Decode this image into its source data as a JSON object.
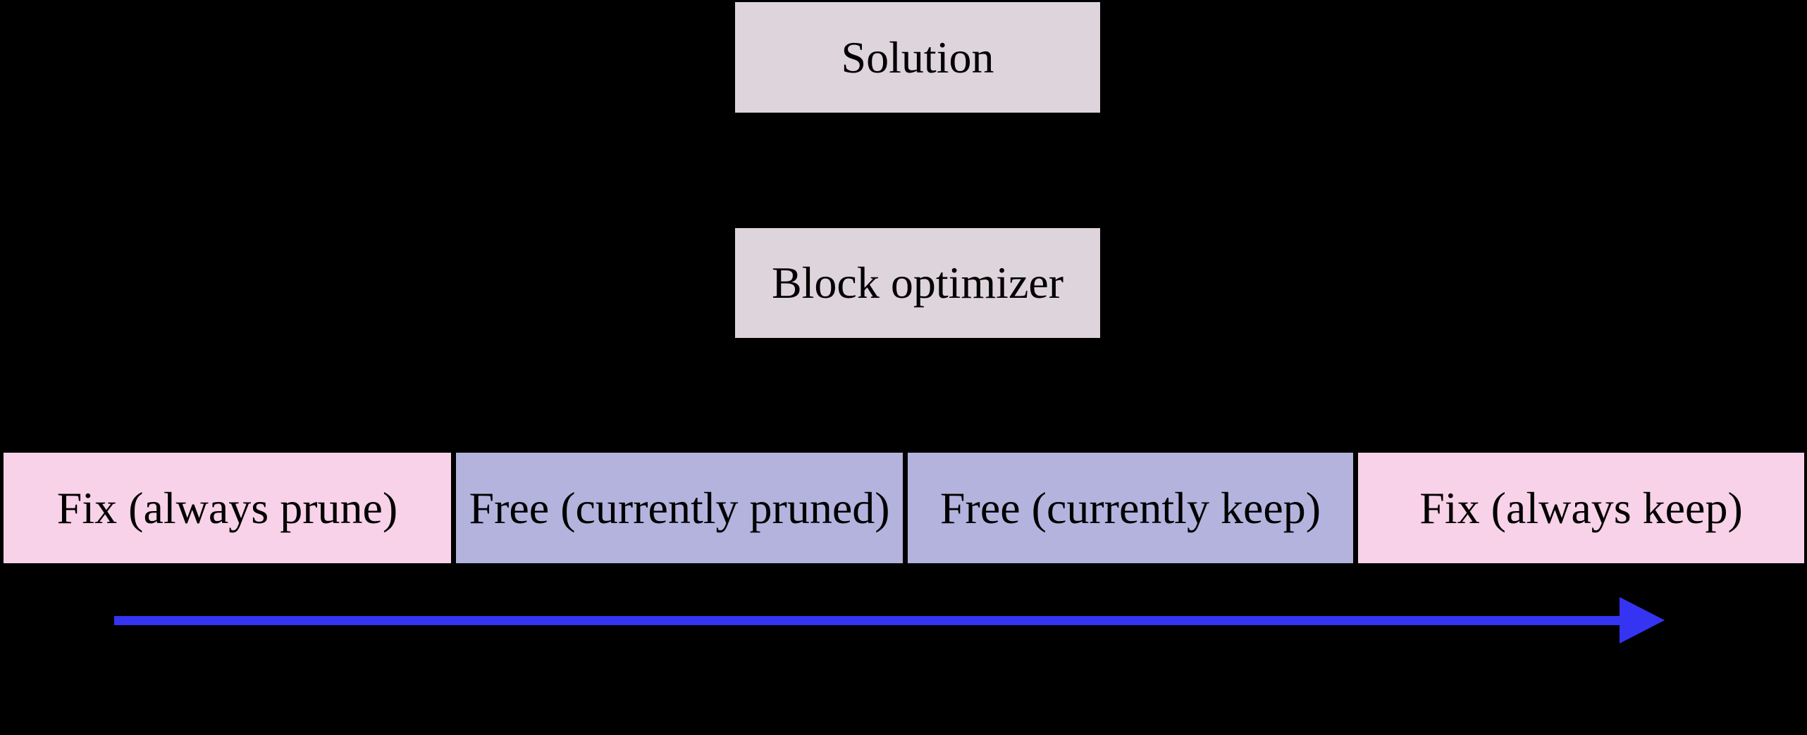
{
  "diagram": {
    "nodes": {
      "solution": {
        "label": "Solution"
      },
      "block_optimizer": {
        "label": "Block optimizer"
      }
    },
    "bar": {
      "segments": [
        {
          "label": "Fix (always prune)",
          "type": "fix"
        },
        {
          "label": "Free (currently pruned)",
          "type": "free"
        },
        {
          "label": "Free (currently keep)",
          "type": "free"
        },
        {
          "label": "Fix (always keep)",
          "type": "fix"
        }
      ]
    },
    "arrow": {
      "direction": "right"
    }
  },
  "colors": {
    "background": "#000000",
    "node_fill": "#ded4dc",
    "fix_fill": "#f8d2e8",
    "free_fill": "#b4b3de",
    "arrow": "#3634f3",
    "text": "#000000"
  }
}
